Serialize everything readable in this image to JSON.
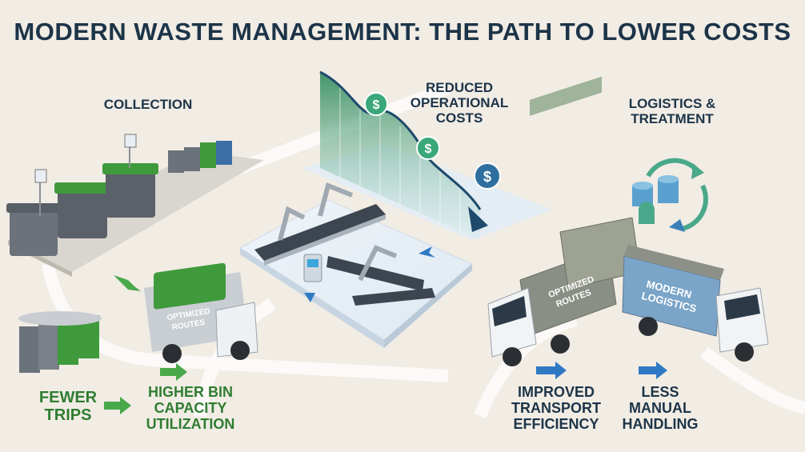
{
  "title": "MODERN WASTE MANAGEMENT: THE PATH TO LOWER COSTS",
  "sections": {
    "collection": "COLLECTION",
    "reduced_costs": "REDUCED\nOPERATIONAL\nCOSTS",
    "logistics": "LOGISTICS &\nTREATMENT"
  },
  "trucks": {
    "collection_truck": "OPTIMIZED\nROUTES",
    "transport_truck_1": "OPTIMIZED\nROUTES",
    "transport_truck_2": "MODERN\nLOGISTICS"
  },
  "outcomes": {
    "fewer_trips": "FEWER\nTRIPS",
    "higher_bin": "HIGHER BIN\nCAPACITY\nUTILIZATION",
    "improved_transport": "IMPROVED\nTRANSPORT\nEFFICIENCY",
    "less_manual": "LESS\nMANUAL\nHANDLING"
  },
  "colors": {
    "green_accent": "#2f7d32",
    "blue_accent": "#2f79c4",
    "bin_gray": "#6b7279",
    "bin_green": "#3f9a3c"
  },
  "icons": [
    "dollar-coin-icon",
    "recycle-cycle-icon",
    "database-icon",
    "arrow-icon"
  ]
}
